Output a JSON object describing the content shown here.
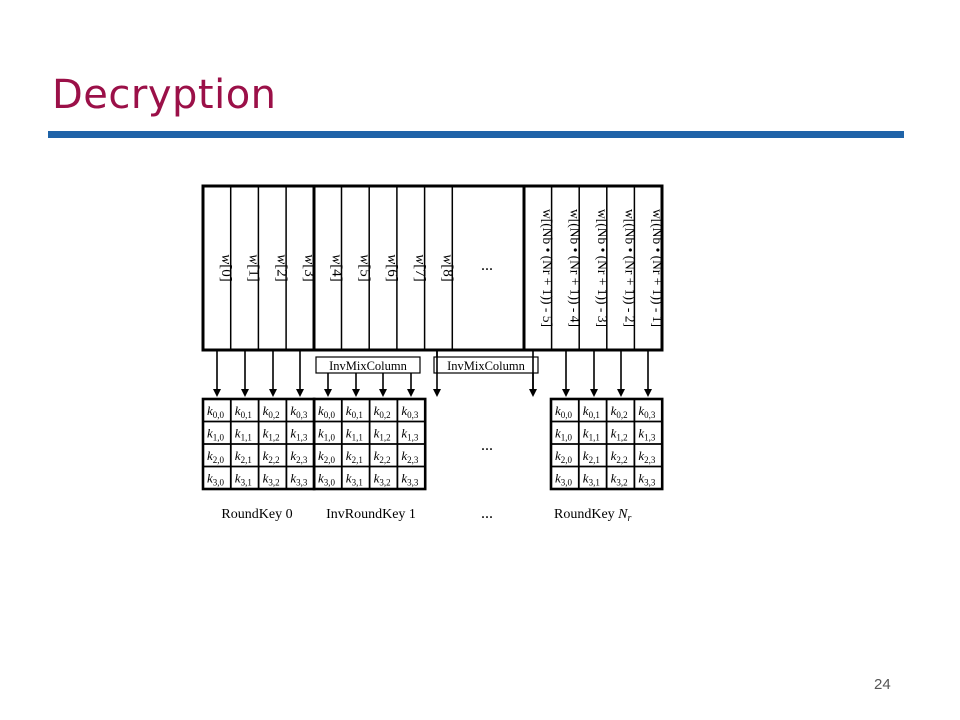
{
  "slide": {
    "title": "Decryption",
    "page_number": "24"
  },
  "diagram": {
    "words": [
      {
        "var": "w",
        "sub": "[0]"
      },
      {
        "var": "w",
        "sub": "[1]"
      },
      {
        "var": "w",
        "sub": "[2]"
      },
      {
        "var": "w",
        "sub": "[3]"
      },
      {
        "var": "w",
        "sub": "[4]"
      },
      {
        "var": "w",
        "sub": "[5]"
      },
      {
        "var": "w",
        "sub": "[6]"
      },
      {
        "var": "w",
        "sub": "[7]"
      },
      {
        "var": "w",
        "sub": "[8]"
      }
    ],
    "ellipsis": "...",
    "tail_words": [
      "w[(Nb • (Nr + 1)) - 5]",
      "w[(Nb • (Nr + 1)) - 4]",
      "w[(Nb • (Nr + 1)) - 3]",
      "w[(Nb • (Nr + 1)) - 2]",
      "w[(Nb • (Nr + 1)) - 1]"
    ],
    "inv_mix_column_labels": [
      "InvMixColumn",
      "InvMixColumn"
    ],
    "key_rows": [
      [
        "k0,0",
        "k0,1",
        "k0,2",
        "k0,3"
      ],
      [
        "k1,0",
        "k1,1",
        "k1,2",
        "k1,3"
      ],
      [
        "k2,0",
        "k2,1",
        "k2,2",
        "k2,3"
      ],
      [
        "k3,0",
        "k3,1",
        "k3,2",
        "k3,3"
      ]
    ],
    "round_key_labels": [
      "RoundKey 0",
      "InvRoundKey 1",
      "RoundKey Nr"
    ]
  }
}
